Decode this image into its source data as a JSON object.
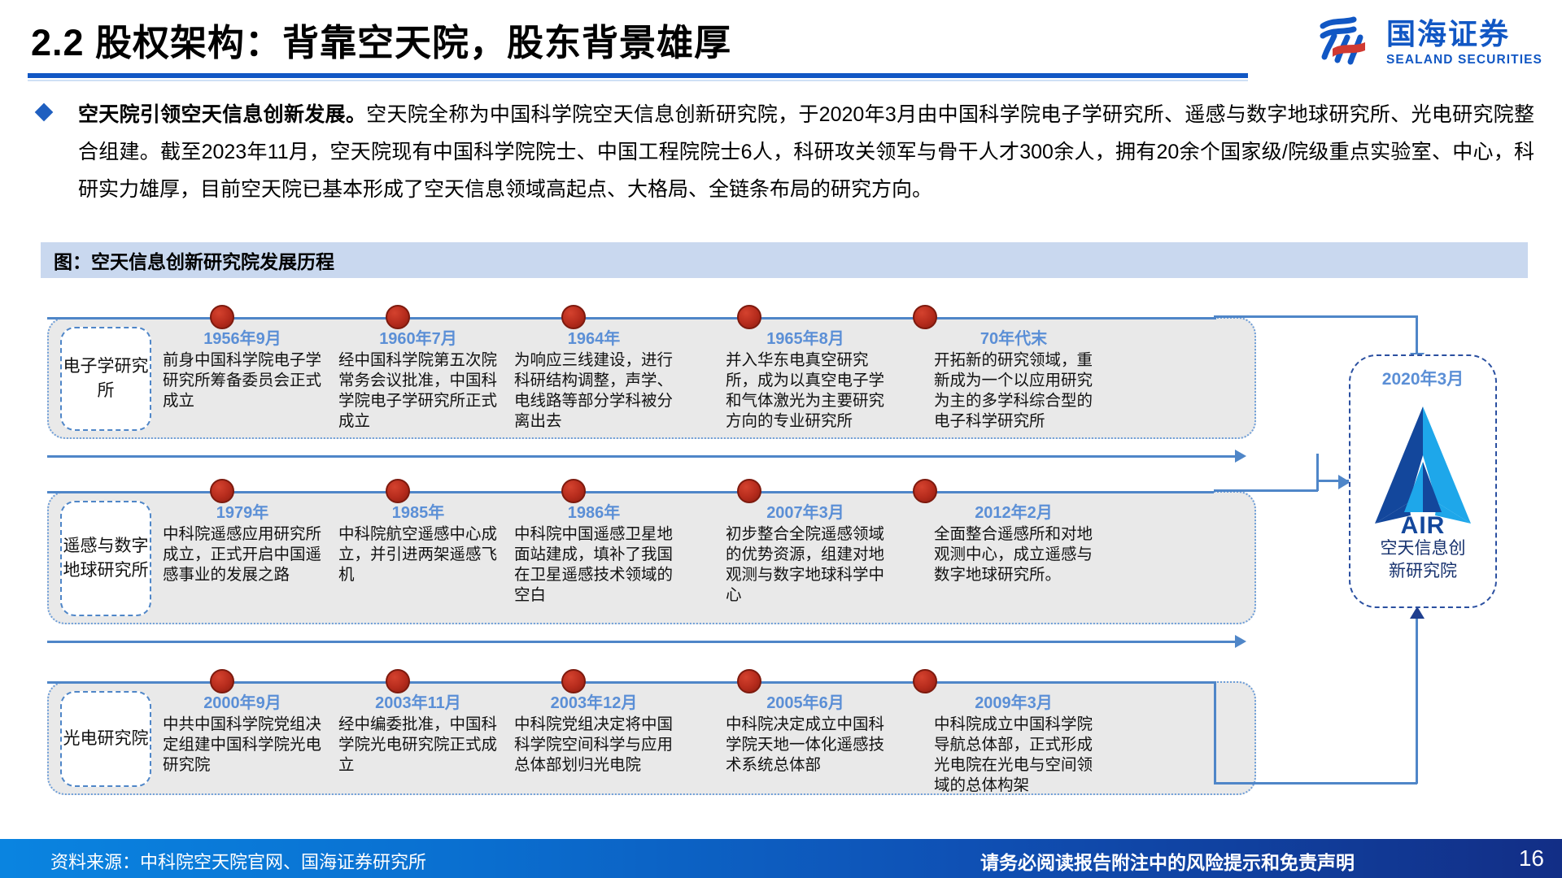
{
  "header": {
    "title": "2.2 股权架构：背靠空天院，股东背景雄厚",
    "logo_cn": "国海证券",
    "logo_en": "SEALAND SECURITIES"
  },
  "bullet": {
    "lead": "空天院引领空天信息创新发展。",
    "body": "空天院全称为中国科学院空天信息创新研究院，于2020年3月由中国科学院电子学研究所、遥感与数字地球研究所、光电研究院整合组建。截至2023年11月，空天院现有中国科学院院士、中国工程院院士6人，科研攻关领军与骨干人才300余人，拥有20余个国家级/院级重点实验室、中心，科研实力雄厚，目前空天院已基本形成了空天信息领域高起点、大格局、全链条布局的研究方向。"
  },
  "figure": {
    "title": "图：空天信息创新研究院发展历程",
    "rows": [
      {
        "label": "电子学研究所",
        "events": [
          {
            "year": "1956年9月",
            "desc": "前身中国科学院电子学研究所筹备委员会正式成立"
          },
          {
            "year": "1960年7月",
            "desc": "经中国科学院第五次院常务会议批准，中国科学院电子学研究所正式成立"
          },
          {
            "year": "1964年",
            "desc": "为响应三线建设，进行科研结构调整，声学、电线路等部分学科被分离出去"
          },
          {
            "year": "1965年8月",
            "desc": "并入华东电真空研究所，成为以真空电子学和气体激光为主要研究方向的专业研究所"
          },
          {
            "year": "70年代末",
            "desc": "开拓新的研究领域，重新成为一个以应用研究为主的多学科综合型的电子科学研究所"
          }
        ]
      },
      {
        "label": "遥感与数字地球研究所",
        "events": [
          {
            "year": "1979年",
            "desc": "中科院遥感应用研究所成立，正式开启中国遥感事业的发展之路"
          },
          {
            "year": "1985年",
            "desc": "中科院航空遥感中心成立，并引进两架遥感飞机"
          },
          {
            "year": "1986年",
            "desc": "中科院中国遥感卫星地面站建成，填补了我国在卫星遥感技术领域的空白"
          },
          {
            "year": "2007年3月",
            "desc": "初步整合全院遥感领域的优势资源，组建对地观测与数字地球科学中心"
          },
          {
            "year": "2012年2月",
            "desc": "全面整合遥感所和对地观测中心，成立遥感与数字地球研究所。"
          }
        ]
      },
      {
        "label": "光电研究院",
        "events": [
          {
            "year": "2000年9月",
            "desc": "中共中国科学院党组决定组建中国科学院光电研究院"
          },
          {
            "year": "2003年11月",
            "desc": "经中编委批准，中国科学院光电研究院正式成立"
          },
          {
            "year": "2003年12月",
            "desc": "中科院党组决定将中国科学院空间科学与应用总体部划归光电院"
          },
          {
            "year": "2005年6月",
            "desc": "中科院决定成立中国科学院天地一体化遥感技术系统总体部"
          },
          {
            "year": "2009年3月",
            "desc": "中科院成立中国科学院导航总体部，正式形成光电院在光电与空间领域的总体构架"
          }
        ]
      }
    ],
    "result": {
      "date": "2020年3月",
      "logo_text": "AIR",
      "name_line1": "空天信息创",
      "name_line2": "新研究院"
    }
  },
  "footer": {
    "source": "资料来源：中科院空天院官网、国海证券研究所",
    "notice": "请务必阅读报告附注中的风险提示和免责声明",
    "page": "16"
  },
  "colors": {
    "brand_blue": "#1157c4",
    "accent_blue": "#5b8fd6",
    "line_blue": "#4f86c8",
    "dot_red": "#b52b1c",
    "panel_gray": "#e9e9e9",
    "fig_bar": "#c9d8ef"
  }
}
